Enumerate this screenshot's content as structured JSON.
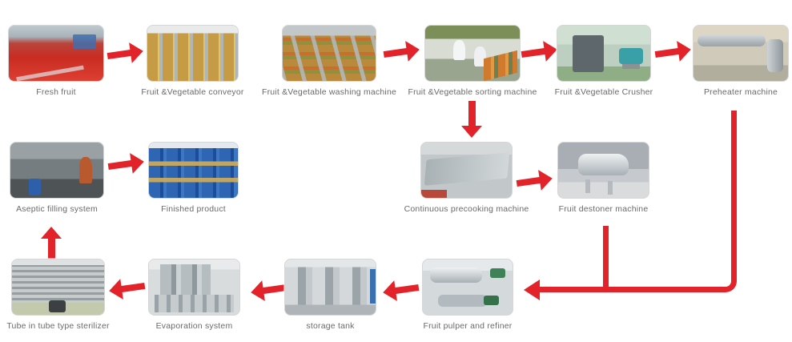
{
  "diagram": {
    "title": "",
    "nodes": {
      "fresh_fruit": {
        "label": "Fresh fruit"
      },
      "conveyor": {
        "label": "Fruit &Vegetable conveyor"
      },
      "washing": {
        "label": "Fruit &Vegetable washing machine"
      },
      "sorting": {
        "label": "Fruit &Vegetable sorting machine"
      },
      "crusher": {
        "label": "Fruit &Vegetable Crusher"
      },
      "preheater": {
        "label": "Preheater machine"
      },
      "aseptic": {
        "label": "Aseptic filling system"
      },
      "finished": {
        "label": "Finished product"
      },
      "precooking": {
        "label": "Continuous precooking machine"
      },
      "destoner": {
        "label": "Fruit destoner machine"
      },
      "tube_sterilizer": {
        "label": "Tube in tube type sterilizer"
      },
      "evaporation": {
        "label": "Evaporation system"
      },
      "storage": {
        "label": "storage tank"
      },
      "pulper": {
        "label": "Fruit pulper and refiner"
      }
    },
    "flow": [
      {
        "from": "fresh_fruit",
        "to": "conveyor"
      },
      {
        "from": "washing",
        "to": "sorting"
      },
      {
        "from": "sorting",
        "to": "crusher"
      },
      {
        "from": "crusher",
        "to": "preheater"
      },
      {
        "from": "sorting",
        "to": "precooking"
      },
      {
        "from": "precooking",
        "to": "destoner"
      },
      {
        "from": "preheater",
        "to": "pulper"
      },
      {
        "from": "destoner",
        "to": "pulper"
      },
      {
        "from": "pulper",
        "to": "storage"
      },
      {
        "from": "storage",
        "to": "evaporation"
      },
      {
        "from": "evaporation",
        "to": "tube_sterilizer"
      },
      {
        "from": "tube_sterilizer",
        "to": "aseptic"
      },
      {
        "from": "aseptic",
        "to": "finished"
      }
    ],
    "colors": {
      "arrow_red": "#e2232a",
      "caption_gray": "#6a6a6a",
      "background": "#ffffff"
    }
  }
}
